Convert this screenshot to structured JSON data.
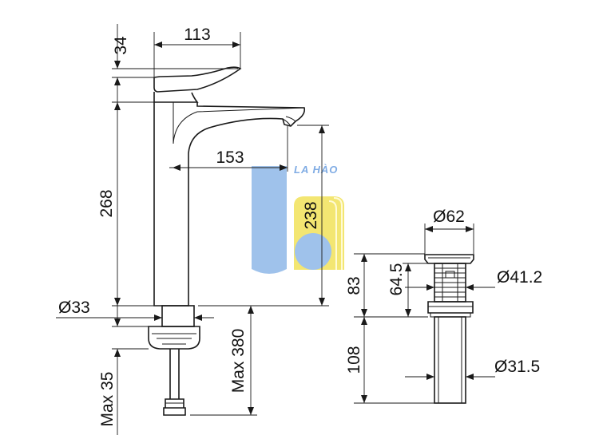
{
  "diagram": {
    "dimensions": {
      "lever_height": "34",
      "handle_length": "113",
      "spout_reach": "153",
      "body_height": "268",
      "spout_height": "238",
      "base_diameter": "Ø33",
      "max_counter_thickness": "Max 35",
      "max_hose_length": "Max 380",
      "waste_flange_diameter": "Ø62",
      "waste_thread_diameter": "Ø41.2",
      "waste_body_height": "83",
      "waste_thread_height": "64.5",
      "waste_tail_length": "108",
      "waste_tail_diameter": "Ø31.5"
    },
    "watermark": {
      "text": "LA HÀO",
      "colors": {
        "blue": "#8fb8e8",
        "yellow": "#f2e25a",
        "text": "#6a9ee0"
      }
    }
  }
}
